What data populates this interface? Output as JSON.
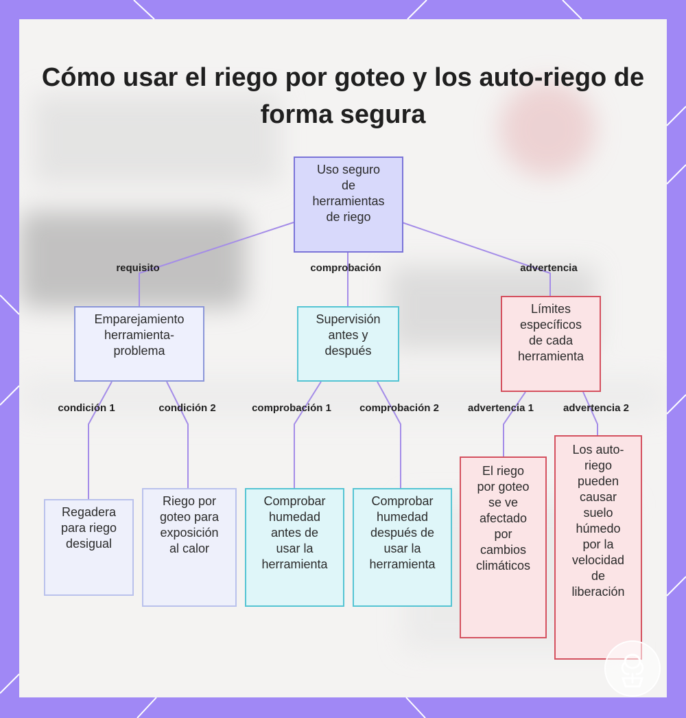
{
  "title": "Cómo usar el riego por goteo y los auto-riego de forma segura",
  "nodes": {
    "root": [
      "Uso seguro",
      "de",
      "herramientas",
      "de riego"
    ],
    "match": [
      "Emparejamiento",
      "herramienta-",
      "problema"
    ],
    "supervision": [
      "Supervisión",
      "antes y",
      "después"
    ],
    "limits": [
      "Límites",
      "específicos",
      "de cada",
      "herramienta"
    ],
    "watering_can": [
      "Regadera",
      "para riego",
      "desigual"
    ],
    "drip_heat": [
      "Riego por",
      "goteo para",
      "exposición",
      "al calor"
    ],
    "check_before": [
      "Comprobar",
      "humedad",
      "antes de",
      "usar la",
      "herramienta"
    ],
    "check_after": [
      "Comprobar",
      "humedad",
      "después de",
      "usar la",
      "herramienta"
    ],
    "drip_weather": [
      "El riego",
      "por goteo",
      "se ve",
      "afectado",
      "por",
      "cambios",
      "climáticos"
    ],
    "auto_soil": [
      "Los auto-",
      "riego",
      "pueden",
      "causar",
      "suelo",
      "húmedo",
      "por la",
      "velocidad",
      "de",
      "liberación"
    ]
  },
  "edges": {
    "requisito": "requisito",
    "comprobacion": "comprobación",
    "advertencia": "advertencia",
    "condicion_1": "condición 1",
    "condicion_2": "condición 2",
    "comprobacion_1": "comprobación 1",
    "comprobacion_2": "comprobación 2",
    "advertencia_1": "advertencia 1",
    "advertencia_2": "advertencia 2"
  },
  "colors": {
    "frame": "#a088f5",
    "connector": "#a48ce8",
    "root_fill": "#d8d9fb",
    "cyan_border": "#54c4d3",
    "red_border": "#d4505e"
  },
  "icons": {
    "logo": "rose-logo-icon"
  }
}
